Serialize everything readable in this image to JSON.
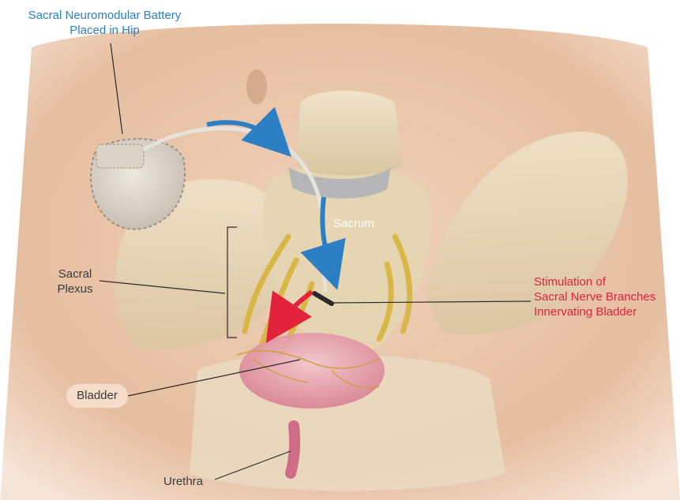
{
  "labels": {
    "battery": [
      "Sacral Neuromodular Battery",
      "Placed in Hip"
    ],
    "sacrum": "Sacrum",
    "plexus": [
      "Sacral",
      "Plexus"
    ],
    "stimulation": [
      "Stimulation of",
      "Sacral Nerve Branches",
      "Innervating Bladder"
    ],
    "bladder": "Bladder",
    "urethra": "Urethra"
  },
  "colors": {
    "callout_blue": "#2e7fc1",
    "callout_red": "#e2233b",
    "label_dark": "#3a3a3a",
    "bladder_pill": "#f5dccb"
  }
}
